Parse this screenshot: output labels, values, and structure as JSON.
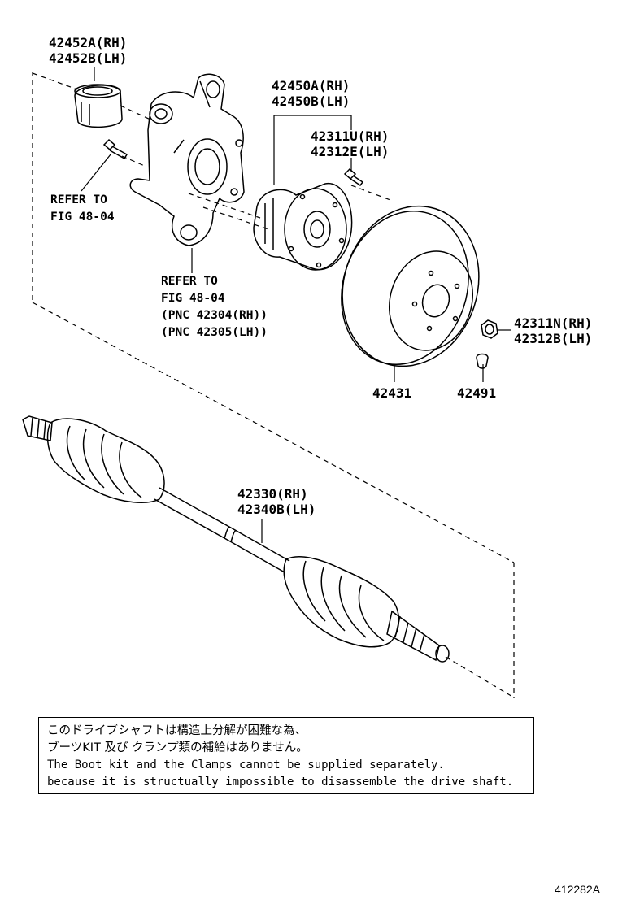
{
  "parts": {
    "bearing": [
      "42452A(RH)",
      "42452B(LH)"
    ],
    "hub": [
      "42450A(RH)",
      "42450B(LH)"
    ],
    "hub_bolt": [
      "42311U(RH)",
      "42312E(LH)"
    ],
    "knuckle_bolt_ref": [
      "REFER TO",
      "FIG 48-04"
    ],
    "knuckle_ref": [
      "REFER TO",
      "FIG 48-04",
      "(PNC 42304(RH))",
      "(PNC 42305(LH))"
    ],
    "wheel_nut": [
      "42311N(RH)",
      "42312B(LH)"
    ],
    "disc": "42431",
    "plug": "42491",
    "shaft": [
      "42330(RH)",
      "42340B(LH)"
    ]
  },
  "notice": {
    "jp1": "このドライブシャフトは構造上分解が困難な為、",
    "jp2": "ブーツKIT 及び クランプ類の補給はありません。",
    "en1": "The Boot kit and the Clamps cannot be supplied separately.",
    "en2": "because it is structually impossible to disassemble the drive shaft."
  },
  "figure_id": "412282A"
}
